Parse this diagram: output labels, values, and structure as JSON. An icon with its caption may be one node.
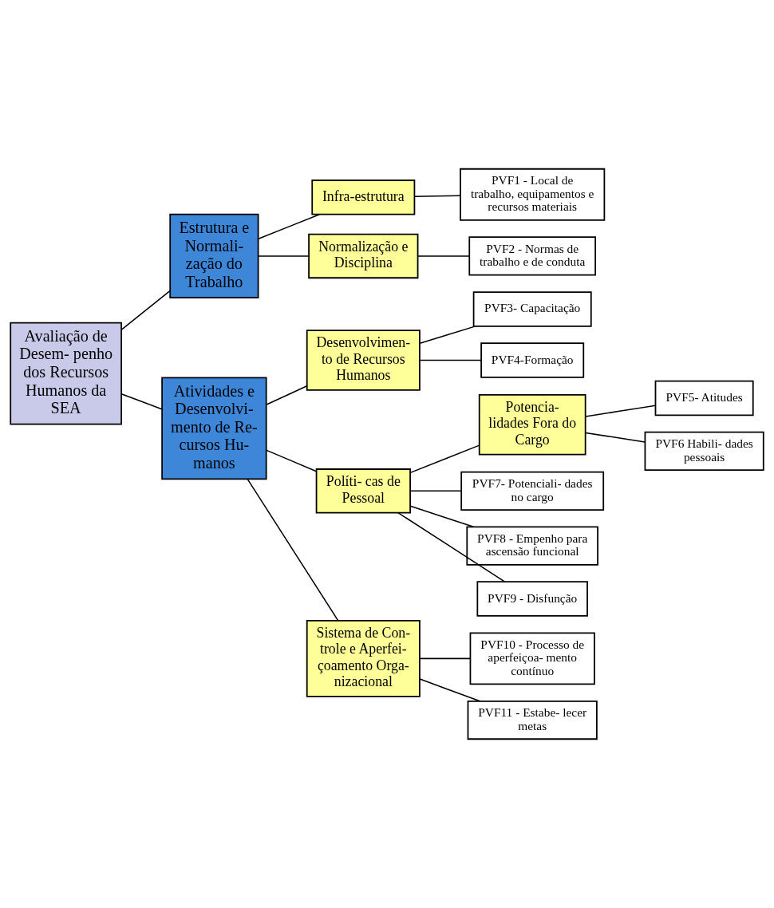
{
  "diagram": {
    "nodes": [
      {
        "text": [
          "Avaliação de Desem- penho dos Recursos Humanos da SEA"
        ]
      },
      {
        "text": [
          "Estrutura e Normali- zação do Trabalho"
        ]
      },
      {
        "text": [
          "Atividades e Desenvolvi- mento de Re- cursos Hu- manos"
        ]
      },
      {
        "text": [
          "Infra-estrutura"
        ]
      },
      {
        "text": [
          "Normalização e Disciplina"
        ]
      },
      {
        "text": [
          "Desenvolvimen- to de Recursos Humanos"
        ]
      },
      {
        "text": [
          "Potencia- lidades Fora do Cargo"
        ]
      },
      {
        "text": [
          "Políti- cas de Pessoal"
        ]
      },
      {
        "text": [
          "Sistema de Con- trole e Aperfei- çoamento Orga- nizacional"
        ]
      },
      {
        "text": [
          "PVF1 - Local de trabalho, equipamentos e recursos materiais"
        ]
      },
      {
        "text": [
          "PVF2 - Normas de trabalho e de conduta"
        ]
      },
      {
        "text": [
          "PVF3- Capacitação"
        ]
      },
      {
        "text": [
          "PVF4-Formação"
        ]
      },
      {
        "text": [
          "PVF5- Atitudes"
        ]
      },
      {
        "text": [
          "PVF6 Habili- dades pessoais"
        ]
      },
      {
        "text": [
          "PVF7- Potenciali- dades no cargo"
        ]
      },
      {
        "text": [
          "PVF8 - Empenho para ascensão funcional"
        ]
      },
      {
        "text": [
          "PVF9 - Disfunção"
        ]
      },
      {
        "text": [
          "PVF10 - Processo de aperfeiçoa- mento contínuo"
        ]
      },
      {
        "text": [
          "PVF11 - Estabe- lecer metas"
        ]
      }
    ],
    "edges": [
      {
        "from": 0,
        "to": 1,
        "arrow": "none"
      },
      {
        "from": 0,
        "to": 2,
        "arrow": "none"
      },
      {
        "from": 1,
        "to": 3,
        "arrow": "none"
      },
      {
        "from": 1,
        "to": 4,
        "arrow": "none"
      },
      {
        "from": 2,
        "to": 5,
        "arrow": "none"
      },
      {
        "from": 7,
        "to": 6,
        "arrow": "none"
      },
      {
        "from": 2,
        "to": 7,
        "arrow": "none"
      },
      {
        "from": 2,
        "to": 8,
        "arrow": "none"
      },
      {
        "from": 3,
        "to": 9,
        "arrow": "none"
      },
      {
        "from": 4,
        "to": 10,
        "arrow": "none"
      },
      {
        "from": 5,
        "to": 11,
        "arrow": "none"
      },
      {
        "from": 5,
        "to": 12,
        "arrow": "none"
      },
      {
        "from": 6,
        "to": 13,
        "arrow": "none"
      },
      {
        "from": 6,
        "to": 14,
        "arrow": "none"
      },
      {
        "from": 7,
        "to": 15,
        "arrow": "none"
      },
      {
        "from": 7,
        "to": 16,
        "arrow": "none"
      },
      {
        "from": 7,
        "to": 17,
        "arrow": "none"
      },
      {
        "from": 8,
        "to": 18,
        "arrow": "none"
      },
      {
        "from": 8,
        "to": 19,
        "arrow": "none"
      }
    ]
  }
}
